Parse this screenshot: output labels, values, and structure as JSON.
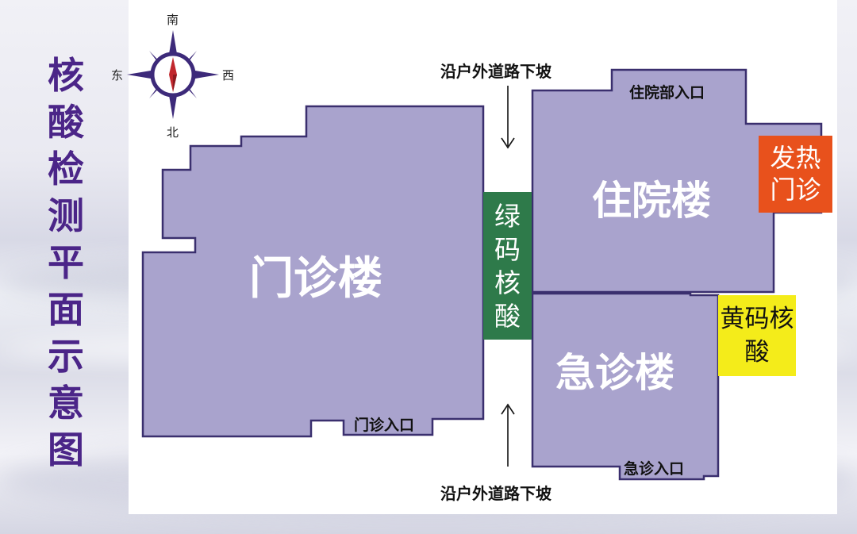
{
  "title": "核酸检测平面示意图",
  "compass": {
    "top": "南",
    "bottom": "北",
    "left": "东",
    "right": "西"
  },
  "buildings": {
    "outpatient": "门诊楼",
    "inpatient": "住院楼",
    "emergency": "急诊楼"
  },
  "entrances": {
    "outpatient": "门诊入口",
    "inpatient": "住院部入口",
    "emergency": "急诊入口"
  },
  "road": {
    "top": "沿户外道路下坡",
    "bottom": "沿户外道路下坡"
  },
  "zones": {
    "green_code": "绿码核酸",
    "fever_clinic": "发热门诊",
    "yellow_code": "黄码核酸"
  },
  "colors": {
    "building_fill": "#a9a3cd",
    "building_outline": "#3a2f6e",
    "title": "#4b2588",
    "green_zone": "#2e7a4a",
    "fever_zone": "#e8511c",
    "yellow_zone": "#f4ec1a",
    "compass": "#3d2a7a",
    "compass_needle": "#c1272d"
  }
}
